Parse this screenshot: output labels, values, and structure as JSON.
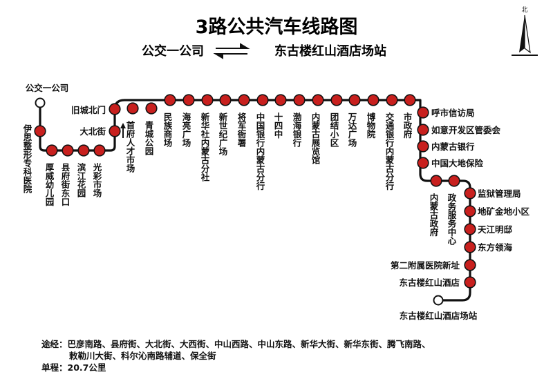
{
  "title": "3路公共汽车线路图",
  "direction": {
    "from": "公交一公司",
    "to": "东古楼红山酒店场站",
    "arrow_icon": "bidirectional-arrow-icon"
  },
  "compass": {
    "label": "北",
    "icon": "north-arrow-icon"
  },
  "stops": [
    "公交一公司",
    "伊思整形专科医院",
    "厚威幼儿园",
    "县府街东口",
    "滨江花园",
    "光彩市场",
    "大北街",
    "旧城北门",
    "首府人才市场",
    "青城公园",
    "民族商场",
    "海亮广场",
    "新华社内蒙古分社",
    "新世纪广场",
    "将军衙署",
    "中国银行内蒙古分行",
    "十四中",
    "渤海银行",
    "内蒙古展览馆",
    "团结小区",
    "万达广场",
    "博物院",
    "交通银行内蒙古分行",
    "市政府",
    "呼市信访局",
    "如意开发区管委会",
    "内蒙古银行",
    "中国大地保险",
    "内蒙古政府",
    "政务服务中心",
    "监狱管理局",
    "地矿金地小区",
    "天江明邸",
    "东方领海",
    "第二附属医院新址",
    "东古楼红山酒店",
    "东古楼红山酒店场站"
  ],
  "footer": {
    "via_line1": "途经：巴彦南路、县府街、大北街、大西街、中山西路、中山东路、新华大街、新华东街、腾飞南路、",
    "via_line2": "敕勒川大街、科尔沁南路辅道、保全街",
    "distance": "单程：20.7公里"
  },
  "colors": {
    "stop": "#c8201e",
    "line": "#111111",
    "terminal": "#ffffff"
  }
}
